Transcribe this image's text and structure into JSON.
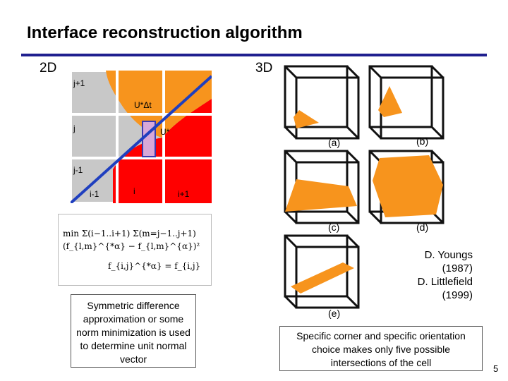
{
  "slide": {
    "title": "Interface reconstruction algorithm",
    "label_2d": "2D",
    "label_3d": "3D",
    "page_number": "5"
  },
  "grid2d": {
    "row_labels": [
      "j+1",
      "j",
      "j-1"
    ],
    "col_labels": [
      "i-1",
      "i",
      "i+1"
    ],
    "annotation_flux": "U*Δt",
    "annotation_velocity": "U*"
  },
  "cubes": {
    "captions": [
      "(a)",
      "(b)",
      "(c)",
      "(d)",
      "(e)"
    ]
  },
  "formula": {
    "line1": "min Σ(i−1..i+1) Σ(m=j−1..j+1) (f_{l,m}^{*α} − f_{l,m}^{α})²",
    "line2": "f_{i,j}^{*α} = f_{i,j}"
  },
  "notes": {
    "symmetric": "Symmetric difference approximation or some norm minimization is used to determine unit normal vector",
    "youngs_line1": "D. Youngs",
    "youngs_line2": "(1987)",
    "youngs_line3": "D. Littlefield",
    "youngs_line4": "(1999)",
    "corner": "Specific corner and specific orientation choice makes only five possible intersections of the cell"
  },
  "colors": {
    "orange": "#f7941d",
    "red": "#ff0000",
    "line_blue": "#1f3fbf",
    "rule_blue": "#1f1f8f",
    "grid_gray": "#c8c8c8"
  }
}
